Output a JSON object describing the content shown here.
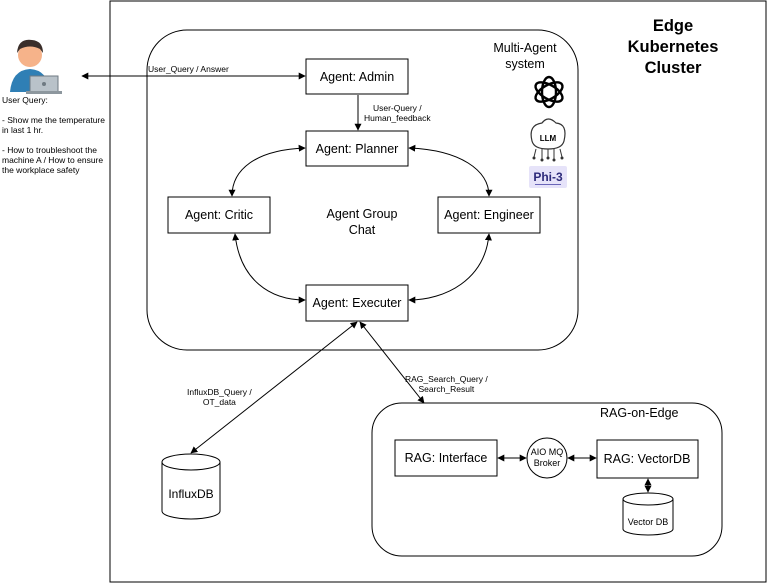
{
  "user": {
    "query_heading": "User Query:",
    "query_items": [
      "- Show me the temperature in last 1 hr.",
      "- How to troubleshoot the machine A / How to ensure the workplace safety"
    ]
  },
  "cluster": {
    "title": "Edge\nKubernetes\nCluster"
  },
  "multi_agent": {
    "title": "Multi-Agent\nsystem",
    "group_chat": "Agent Group\nChat",
    "agents": {
      "admin": "Agent: Admin",
      "planner": "Agent: Planner",
      "critic": "Agent: Critic",
      "engineer": "Agent: Engineer",
      "executer": "Agent: Executer"
    },
    "logos": {
      "llm": "LLM",
      "phi3": "Phi-3",
      "openai_icon": "openai-icon"
    }
  },
  "edges": {
    "user_query_answer": "User_Query / Answer",
    "user_query_feedback": "User-Query /\nHuman_feedback",
    "influx_query": "InfluxDB_Query /\nOT_data",
    "rag_search": "RAG_Search_Query /\nSearch_Result"
  },
  "influxdb": {
    "label": "InfluxDB"
  },
  "rag": {
    "title": "RAG-on-Edge",
    "interface": "RAG: Interface",
    "broker": "AIO MQ\nBroker",
    "vectordb": "RAG: VectorDB",
    "vector_db_store": "Vector DB"
  },
  "colors": {
    "stroke": "#000000",
    "phi3_bg": "#e6e3f9",
    "phi3_text": "#2d2a7a",
    "person_skin": "#f6b38a",
    "person_hair": "#3a2e2a",
    "person_shirt": "#2f7fb5",
    "laptop": "#b9c2c9"
  }
}
